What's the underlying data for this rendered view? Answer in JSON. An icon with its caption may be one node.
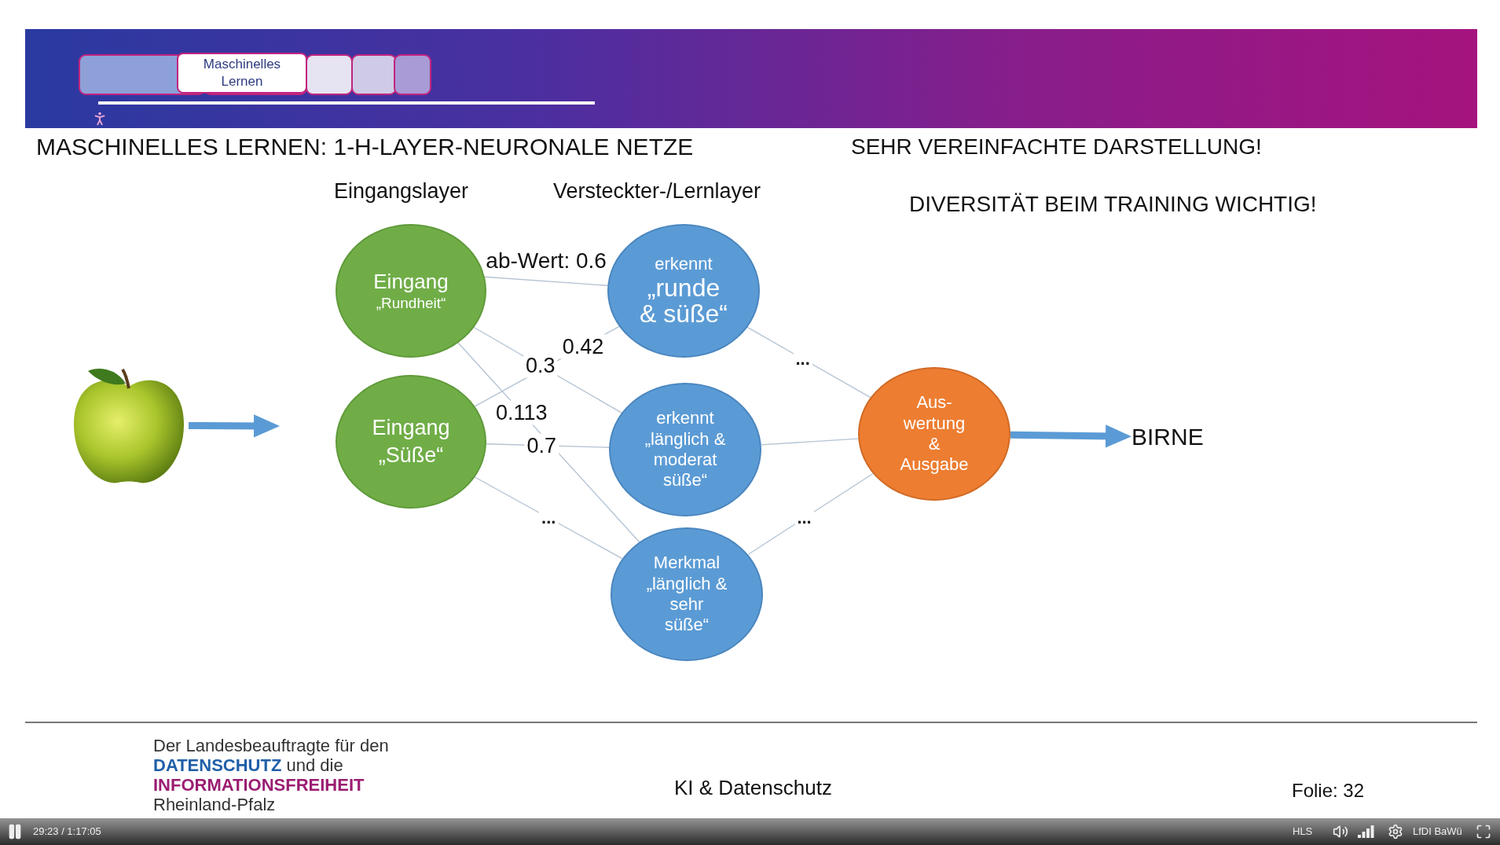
{
  "diagram": {
    "title": "MASCHINELLES LERNEN: 1-H-LAYER-NEURONALE NETZE",
    "nodes": [
      {
        "text": [],
        "shape": "picture"
      },
      {
        "text": [
          "Eingang",
          "„Rundheit“"
        ]
      },
      {
        "text": [
          "Eingang „Süße“"
        ]
      },
      {
        "text": [
          "erkennt",
          "„runde & süße“"
        ]
      },
      {
        "text": [
          "erkennt „länglich & moderat süße“"
        ]
      },
      {
        "text": [
          "Merkmal „länglich & sehr süße“"
        ]
      },
      {
        "text": [
          "Aus- wertung & Ausgabe"
        ]
      },
      {
        "text": [
          "BIRNE"
        ]
      }
    ],
    "edges": [
      {
        "from": 0,
        "to": null,
        "arrow": "to",
        "style": "thick",
        "color": "#5b9bd5"
      },
      {
        "from": 1,
        "to": 3,
        "arrow": "none",
        "label": "ab-Wert: 0.6"
      },
      {
        "from": 1,
        "to": 4,
        "arrow": "none",
        "label": "0.3"
      },
      {
        "from": 1,
        "to": 5,
        "arrow": "none",
        "label": "0.113"
      },
      {
        "from": 2,
        "to": 3,
        "arrow": "none",
        "label": "0.42"
      },
      {
        "from": 2,
        "to": 4,
        "arrow": "none",
        "label": "0.7"
      },
      {
        "from": 2,
        "to": 5,
        "arrow": "none",
        "label": "..."
      },
      {
        "from": 3,
        "to": 6,
        "arrow": "none",
        "label": "..."
      },
      {
        "from": 4,
        "to": 6,
        "arrow": "none"
      },
      {
        "from": 5,
        "to": 6,
        "arrow": "none",
        "label": "..."
      },
      {
        "from": 6,
        "to": 7,
        "arrow": "to",
        "style": "thick",
        "color": "#5b9bd5"
      }
    ],
    "labels": [
      "Maschinelles Lernen",
      "SEHR VEREINFACHTE DARSTELLUNG!",
      "Eingangslayer",
      "Versteckter-/Lernlayer",
      "DIVERSITÄT BEIM TRAINING WICHTIG!",
      "Der Landesbeauftragte für den **DATENSCHUTZ** und die **INFORMATIONSFREIHEIT** Rheinland-Pfalz",
      "KI & Datenschutz",
      "Folie: 32",
      "29:23 / 1:17:05",
      "HLS",
      "LfDI BaWü"
    ]
  }
}
